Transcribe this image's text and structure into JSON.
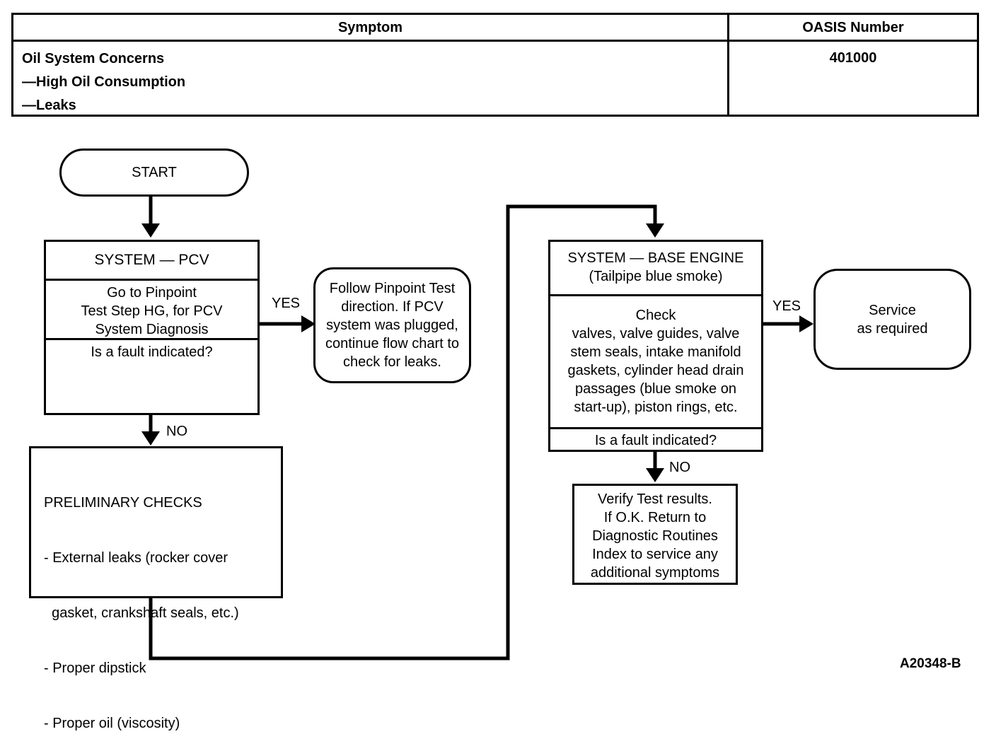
{
  "table": {
    "symptom_header": "Symptom",
    "oasis_header": "OASIS Number",
    "symptom_lines": [
      "Oil System Concerns",
      "—High Oil Consumption",
      "—Leaks"
    ],
    "oasis_number": "401000"
  },
  "flow": {
    "start": "START",
    "pcv": {
      "title": "SYSTEM — PCV",
      "action": [
        "Go to Pinpoint",
        "Test Step HG, for PCV",
        "System Diagnosis"
      ],
      "question": "Is a fault indicated?"
    },
    "pcv_yes_label": "YES",
    "pcv_yes_box": [
      "Follow Pinpoint Test",
      "direction. If PCV",
      "system was plugged,",
      "continue flow chart to",
      "check for leaks."
    ],
    "pcv_no_label": "NO",
    "prelim": {
      "title": "PRELIMINARY CHECKS",
      "items": [
        "- External leaks (rocker cover",
        "  gasket, crankshaft seals, etc.)",
        "- Proper dipstick",
        "- Proper oil (viscosity)"
      ]
    },
    "base": {
      "title": "SYSTEM — BASE ENGINE",
      "subtitle": "(Tailpipe blue smoke)",
      "check_heading": "Check",
      "check_lines": [
        "valves, valve guides, valve",
        "stem seals, intake manifold",
        "gaskets, cylinder head drain",
        "passages (blue smoke on",
        "start-up), piston rings, etc."
      ],
      "question": "Is a fault indicated?"
    },
    "base_yes_label": "YES",
    "service": [
      "Service",
      "as required"
    ],
    "base_no_label": "NO",
    "verify": [
      "Verify Test results.",
      "If O.K. Return to",
      "Diagnostic Routines",
      "Index to service any",
      "additional symptoms"
    ]
  },
  "figure_id": "A20348-B"
}
